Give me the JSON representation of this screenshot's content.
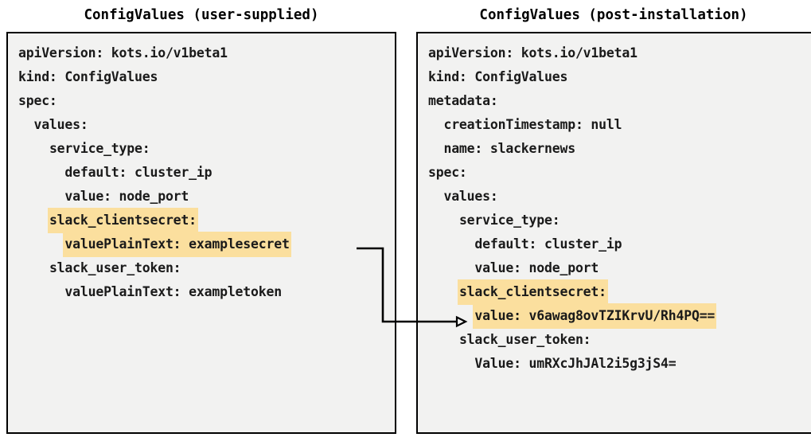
{
  "panels": {
    "left": {
      "title": "ConfigValues (user-supplied)",
      "lines": [
        {
          "text": "apiVersion: kots.io/v1beta1",
          "highlight": false
        },
        {
          "text": "kind: ConfigValues",
          "highlight": false
        },
        {
          "text": "spec:",
          "highlight": false
        },
        {
          "text": "  values:",
          "highlight": false
        },
        {
          "text": "    service_type:",
          "highlight": false
        },
        {
          "text": "      default: cluster_ip",
          "highlight": false
        },
        {
          "text": "      value: node_port",
          "highlight": false
        },
        {
          "text": "    slack_clientsecret:",
          "highlight": true
        },
        {
          "text": "      valuePlainText: examplesecret",
          "highlight": true
        },
        {
          "text": "    slack_user_token:",
          "highlight": false
        },
        {
          "text": "      valuePlainText: exampletoken",
          "highlight": false
        }
      ]
    },
    "right": {
      "title": "ConfigValues (post-installation)",
      "lines": [
        {
          "text": "apiVersion: kots.io/v1beta1",
          "highlight": false
        },
        {
          "text": "kind: ConfigValues",
          "highlight": false
        },
        {
          "text": "metadata:",
          "highlight": false
        },
        {
          "text": "  creationTimestamp: null",
          "highlight": false
        },
        {
          "text": "  name: slackernews",
          "highlight": false
        },
        {
          "text": "spec:",
          "highlight": false
        },
        {
          "text": "  values:",
          "highlight": false
        },
        {
          "text": "    service_type:",
          "highlight": false
        },
        {
          "text": "      default: cluster_ip",
          "highlight": false
        },
        {
          "text": "      value: node_port",
          "highlight": false
        },
        {
          "text": "    slack_clientsecret:",
          "highlight": true
        },
        {
          "text": "      value: v6awag8ovTZIKrvU/Rh4PQ==",
          "highlight": true
        },
        {
          "text": "    slack_user_token:",
          "highlight": false
        },
        {
          "text": "      Value: umRXcJhJAl2i5g3jS4=",
          "highlight": false
        }
      ]
    }
  },
  "connector": {
    "label": "encryption-mapping-arrow",
    "from": "left.valuePlainText: examplesecret",
    "to": "right.value: v6awag8ovTZIKrvU/Rh4PQ=="
  },
  "colors": {
    "highlight": "#fbdf9e",
    "panel_background": "#f2f2f1",
    "border": "#000000",
    "text": "#1a1a1a"
  }
}
